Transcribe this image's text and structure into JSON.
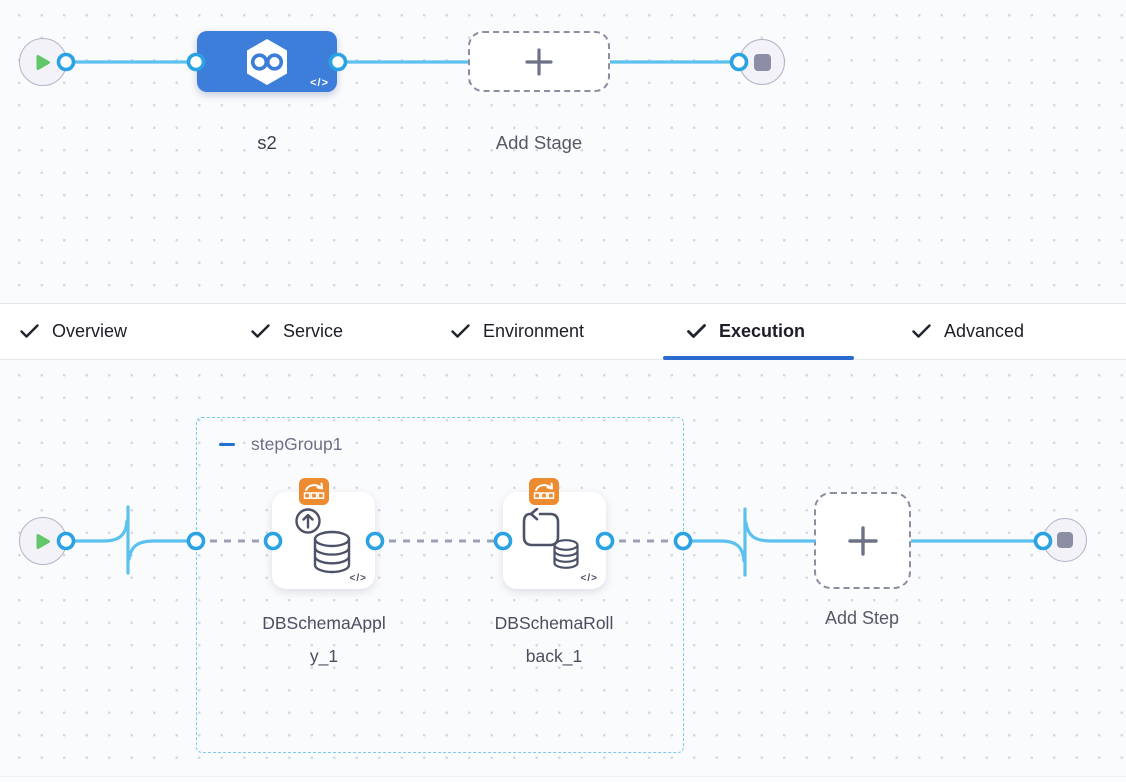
{
  "pipeline_canvas": {
    "stage_node": {
      "name": "s2",
      "code_icon": "</>"
    },
    "add_stage": {
      "label": "Add Stage"
    }
  },
  "tab_bar": {
    "tabs": [
      {
        "label": "Overview",
        "checked": true
      },
      {
        "label": "Service",
        "checked": true
      },
      {
        "label": "Environment",
        "checked": true
      },
      {
        "label": "Execution",
        "checked": true
      },
      {
        "label": "Advanced",
        "checked": true
      }
    ],
    "active_tab": "Execution"
  },
  "execution_canvas": {
    "step_group": {
      "label": "stepGroup1"
    },
    "steps": [
      {
        "label": "DBSchemaApply_1",
        "code_icon": "</>"
      },
      {
        "label": "DBSchemaRollback_1",
        "code_icon": "</>"
      }
    ],
    "add_step": {
      "label": "Add Step"
    }
  },
  "colors": {
    "stage_node_blue": "#3d7edb",
    "connector_blue": "#5cc1ee",
    "port_ring_blue": "#2aa2e4",
    "dashed_connector_gray": "#9aa0b5",
    "active_tab_underline": "#2b6bd0",
    "step_group_border": "#79cbec",
    "strategy_badge_orange": "#ec8b30",
    "play_green": "#63c76a"
  }
}
